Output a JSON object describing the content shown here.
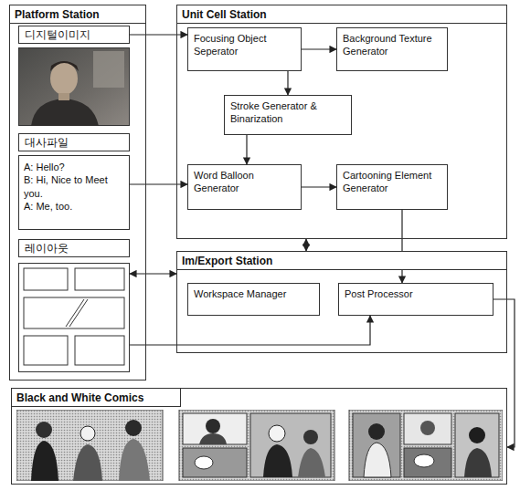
{
  "diagram": {
    "nodes": [
      {
        "text": [
          "Platform Station"
        ]
      },
      {
        "text": [
          "디지털이미지"
        ],
        "in": 0
      },
      {
        "text": [
          "대사파일",
          "A: Hello?",
          "B: Hi, Nice to Meet you.",
          "A: Me, too."
        ],
        "in": 0
      },
      {
        "text": [
          "레이아웃"
        ],
        "in": 0
      },
      {
        "text": [
          "Unit Cell Station"
        ]
      },
      {
        "text": [
          "Focusing Object Seperator"
        ],
        "in": 4
      },
      {
        "text": [
          "Background Texture Generator"
        ],
        "in": 4
      },
      {
        "text": [
          "Stroke Generator & Binarization"
        ],
        "in": 4
      },
      {
        "text": [
          "Word Balloon Generator"
        ],
        "in": 4
      },
      {
        "text": [
          "Cartooning Element Generator"
        ],
        "in": 4
      },
      {
        "text": [
          "Im/Export Station"
        ]
      },
      {
        "text": [
          "Workspace Manager"
        ],
        "in": 10
      },
      {
        "text": [
          "Post Processor"
        ],
        "in": 10
      },
      {
        "text": [
          "Black and White Comics"
        ]
      }
    ],
    "edges": [
      {
        "from": 1,
        "to": 5,
        "arrow": "to"
      },
      {
        "from": 5,
        "to": 6,
        "arrow": "to"
      },
      {
        "from": 5,
        "to": 7,
        "arrow": "to"
      },
      {
        "from": 7,
        "to": 8,
        "arrow": "to"
      },
      {
        "from": 2,
        "to": 8,
        "arrow": "to"
      },
      {
        "from": 8,
        "to": 9,
        "arrow": "to"
      },
      {
        "from": 9,
        "to": 12,
        "arrow": "to"
      },
      {
        "from": 4,
        "to": 10,
        "arrow": "both"
      },
      {
        "from": 3,
        "to": 10,
        "arrow": "both"
      },
      {
        "from": 3,
        "to": 12,
        "arrow": "to"
      },
      {
        "from": 12,
        "to": 13,
        "arrow": "to"
      }
    ]
  }
}
